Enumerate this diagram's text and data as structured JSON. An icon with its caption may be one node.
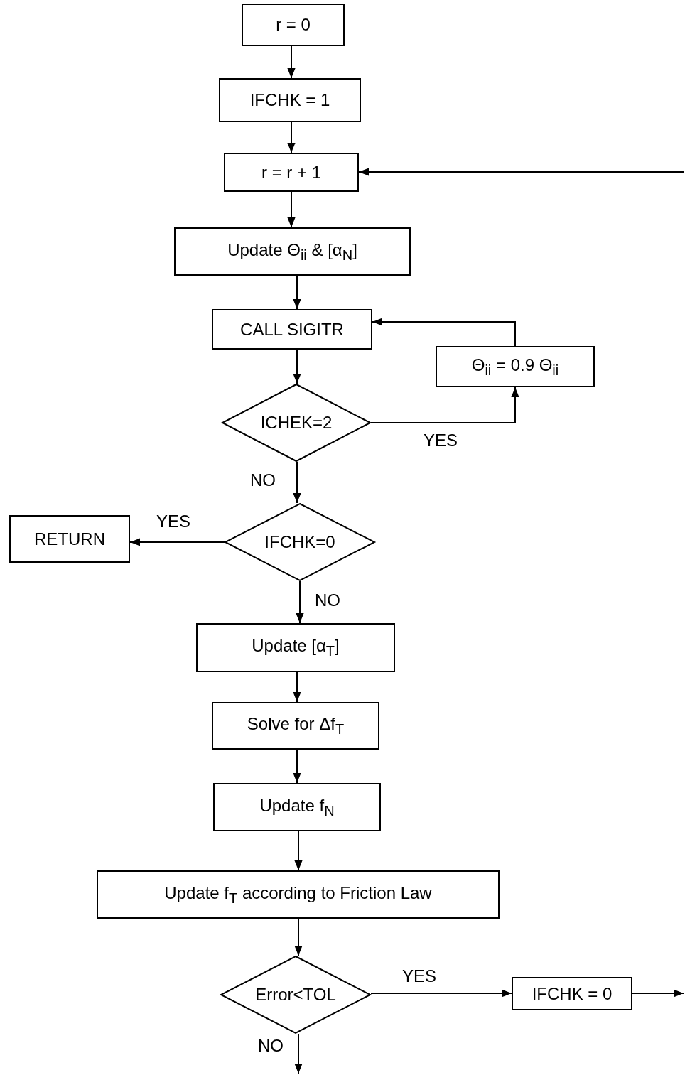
{
  "diagram": {
    "nodes": [
      {
        "text": [
          "r = 0"
        ]
      },
      {
        "text": [
          "IFCHK = 1"
        ]
      },
      {
        "text": [
          "r = r + 1"
        ]
      },
      {
        "text": [
          "Update Θ$_{ii}$ & [α$_{N}$]"
        ]
      },
      {
        "text": [
          "CALL SIGITR"
        ]
      },
      {
        "text": [
          "Θ$_{ii}$ = 0.9 Θ$_{ii}$"
        ]
      },
      {
        "text": [
          "ICHEK=2"
        ]
      },
      {
        "text": [
          "IFCHK=0"
        ]
      },
      {
        "text": [
          "RETURN"
        ]
      },
      {
        "text": [
          "Update [α$_{T}$]"
        ]
      },
      {
        "text": [
          "Solve for Δf$_{T}$"
        ]
      },
      {
        "text": [
          "Update f$_{N}$"
        ]
      },
      {
        "text": [
          "Update f$_{T}$ according to Friction Law"
        ]
      },
      {
        "text": [
          "Error<TOL"
        ]
      },
      {
        "text": [
          "IFCHK = 0"
        ]
      }
    ],
    "edges": [
      {
        "from": 0,
        "to": 1,
        "arrow": "to"
      },
      {
        "from": 1,
        "to": 2,
        "arrow": "to"
      },
      {
        "from": 2,
        "to": 3,
        "arrow": "to"
      },
      {
        "from": 3,
        "to": 4,
        "arrow": "to"
      },
      {
        "from": 4,
        "to": 6,
        "arrow": "to"
      },
      {
        "from": 6,
        "to": 5,
        "arrow": "to",
        "label": "YES"
      },
      {
        "from": 5,
        "to": 4,
        "arrow": "to"
      },
      {
        "from": 6,
        "to": 7,
        "arrow": "to",
        "label": "NO"
      },
      {
        "from": 7,
        "to": 8,
        "arrow": "to",
        "label": "YES"
      },
      {
        "from": 7,
        "to": 9,
        "arrow": "to",
        "label": "NO"
      },
      {
        "from": 9,
        "to": 10,
        "arrow": "to"
      },
      {
        "from": 10,
        "to": 11,
        "arrow": "to"
      },
      {
        "from": 11,
        "to": 12,
        "arrow": "to"
      },
      {
        "from": 12,
        "to": 13,
        "arrow": "to"
      },
      {
        "from": 13,
        "to": 14,
        "arrow": "to",
        "label": "YES"
      },
      {
        "from": 14,
        "to": null,
        "arrow": "to"
      },
      {
        "from": 13,
        "to": null,
        "arrow": "to",
        "label": "NO"
      },
      {
        "from": null,
        "to": 2,
        "arrow": "to"
      }
    ]
  }
}
